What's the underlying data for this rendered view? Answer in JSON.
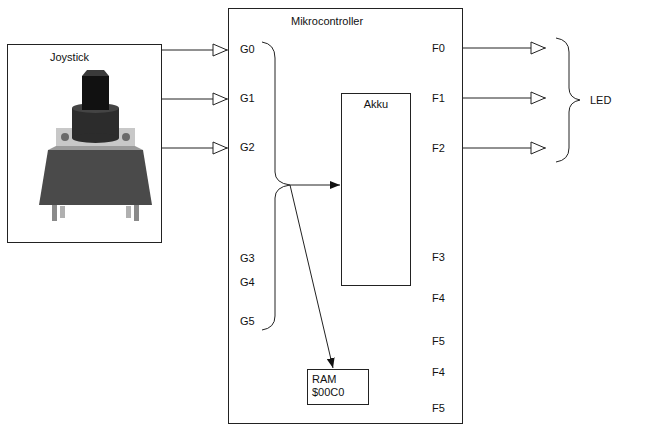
{
  "diagram": {
    "nodes": [
      {
        "text": [
          "Joystick"
        ]
      },
      {
        "text": [
          "Mikrocontroller"
        ]
      },
      {
        "text": [
          "Akku"
        ],
        "in": 1
      },
      {
        "text": [
          "RAM",
          "$00C0"
        ],
        "in": 1
      }
    ],
    "edges": [
      {
        "from": 0,
        "to": 1,
        "arrow": "to"
      },
      {
        "from": 0,
        "to": 1,
        "arrow": "to"
      },
      {
        "from": 0,
        "to": 1,
        "arrow": "to"
      }
    ],
    "labels": [
      "G0",
      "G1",
      "G2",
      "G3",
      "G4",
      "G5",
      "F0",
      "F1",
      "F2",
      "F3",
      "F4",
      "F5",
      "F4",
      "F5",
      "LED"
    ]
  }
}
